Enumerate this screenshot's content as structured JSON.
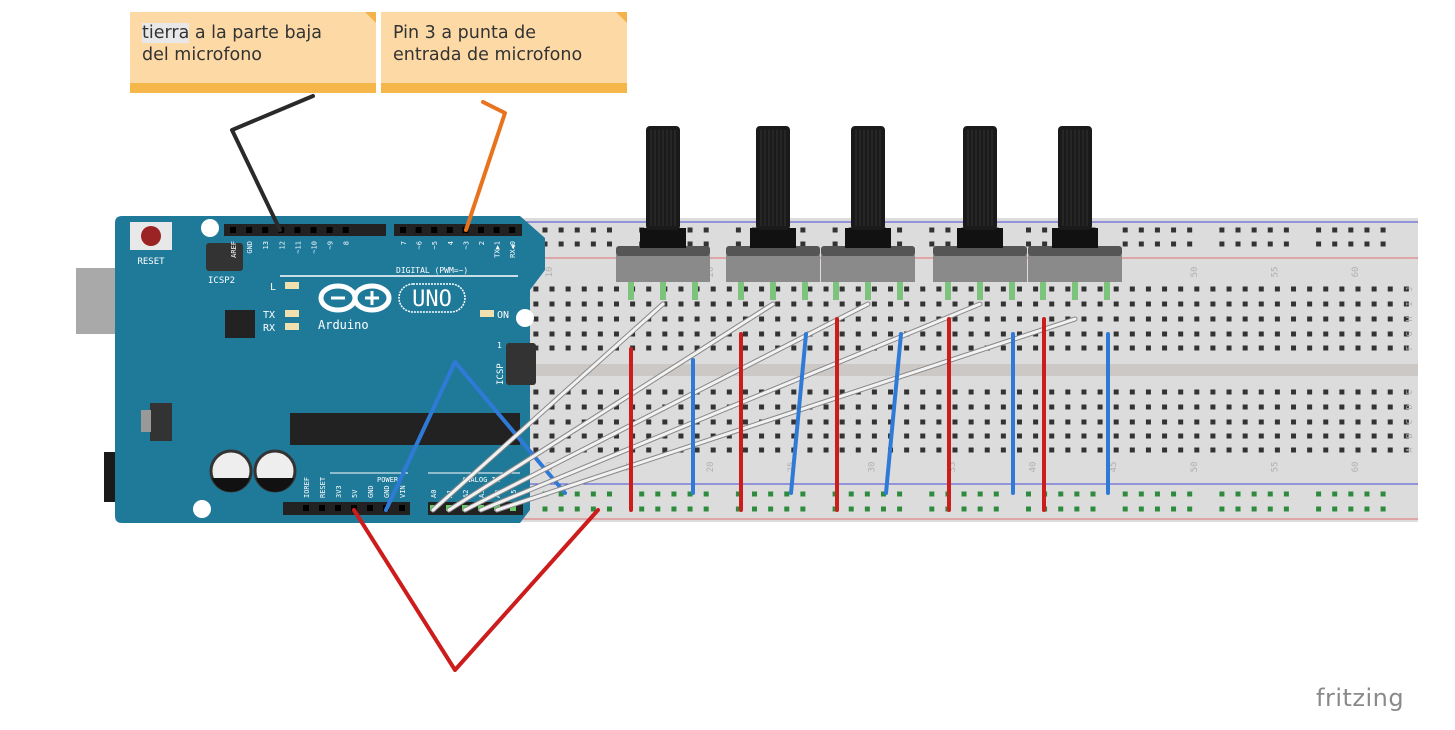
{
  "notes": [
    {
      "line1_highlight": "tierra",
      "line1_rest": " a la parte baja",
      "line2": "del microfono"
    },
    {
      "line1": "Pin 3 a punta de",
      "line2": "entrada de microfono"
    }
  ],
  "arduino": {
    "reset": "RESET",
    "icsp2": "ICSP2",
    "icsp": "ICSP",
    "icsp_pin1": "1",
    "digital_label": "DIGITAL (PWM=~)",
    "digital_pins": [
      "AREF",
      "GND",
      "13",
      "12",
      "~11",
      "~10",
      "~9",
      "8",
      "7",
      "~6",
      "~5",
      "4",
      "~3",
      "2",
      "TX▶1",
      "RX◀0"
    ],
    "led_l": "L",
    "led_tx": "TX",
    "led_rx": "RX",
    "led_on": "ON",
    "brand": "Arduino",
    "model": "UNO",
    "power_label": "POWER",
    "power_pins": [
      "IOREF",
      "RESET",
      "3V3",
      "5V",
      "GND",
      "GND",
      "VIN"
    ],
    "analog_label": "ANALOG IN",
    "analog_pins": [
      "A0",
      "A1",
      "A2",
      "A3",
      "A4",
      "A5"
    ],
    "color": "#1f7a9a"
  },
  "breadboard": {
    "column_numbers": [
      "10",
      "15",
      "20",
      "25",
      "30",
      "35",
      "40",
      "45",
      "50",
      "55",
      "60"
    ],
    "row_letters_top": [
      "J",
      "I",
      "H",
      "G",
      "F"
    ],
    "row_letters_bottom": [
      "E",
      "D",
      "C",
      "B",
      "A"
    ]
  },
  "potentiometer_count": 5,
  "wire_colors": {
    "ground": "#2a2a2a",
    "signal": "#e8731e",
    "power": "#cc1c1c",
    "gnd_rail": "#2f7ad6",
    "analog": "#f2f2f2"
  },
  "logo": "fritzing"
}
